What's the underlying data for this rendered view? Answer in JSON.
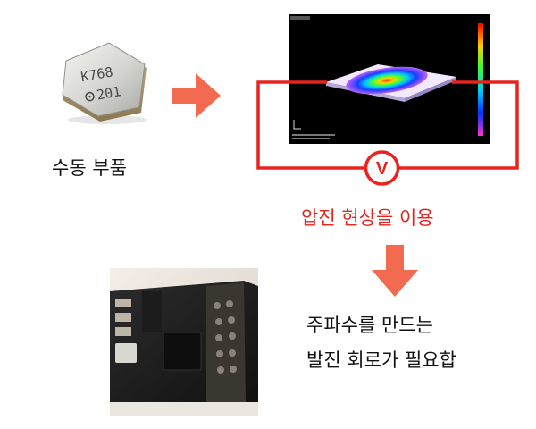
{
  "labels": {
    "passive_parts": "수동 부품",
    "piezo_effect": "압전 현상을 이용",
    "oscillator_line1": "주파수를 만드는",
    "oscillator_line2": "발진 회로가 필요합"
  },
  "component_marking": {
    "line1": "K768",
    "line2": "201"
  },
  "voltmeter_symbol": "V",
  "colors": {
    "accent_red": "#e8231e",
    "arrow_orange": "#f26a4f",
    "text_dark": "#111111"
  }
}
